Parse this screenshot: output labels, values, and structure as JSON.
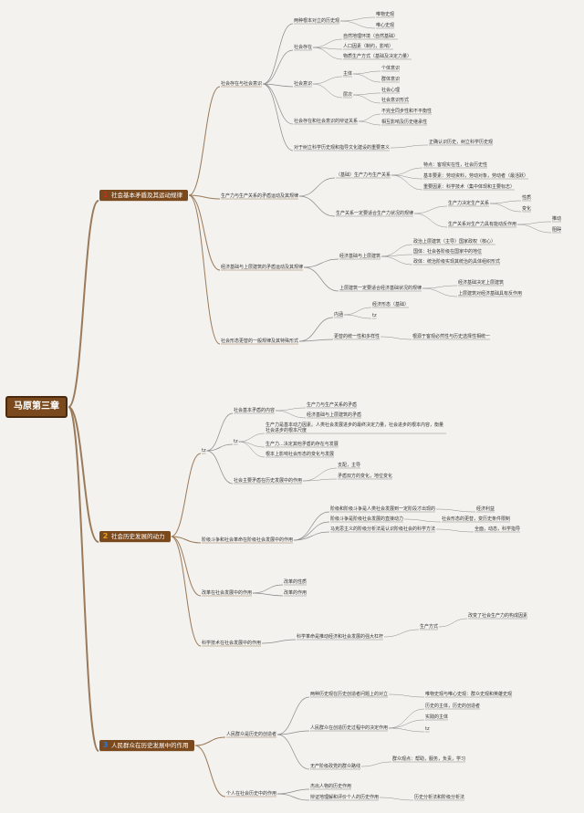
{
  "root": "马原第三章",
  "topic1": {
    "num": "1",
    "label": "社会基本矛盾及其运动规律"
  },
  "topic2": {
    "num": "2",
    "label": "社会历史发展的动力"
  },
  "topic3": {
    "num": "3",
    "label": "人民群众在历史发展中的作用"
  },
  "t1": {
    "a": "社会存在与社会意识",
    "a1": "两种根本对立的历史观",
    "a1a": "唯物史观",
    "a1b": "唯心史观",
    "a2": "社会存在",
    "a2a": "自然地理环境（自然基础）",
    "a2b": "人口因素（制约，影响）",
    "a2c": "物质生产方式（基础及决定力量）",
    "a3": "社会意识",
    "a3a": "主体",
    "a3a1": "个体意识",
    "a3a2": "群体意识",
    "a3b": "层次",
    "a3b1": "社会心理",
    "a3b2": "社会意识形式",
    "a4": "社会存在和社会意识的辩证关系",
    "a4a": "不完全同步性和不平衡性",
    "a4b": "相互影响及历史继承性",
    "a5": "对于树立科学历史观和指导文化建设的重要意义",
    "a5a": "正确认识历史，树立科学历史观",
    "b": "生产力与生产关系的矛盾运动及其规律",
    "b1": "（基础）生产力与生产关系",
    "b1a": "特点：客观实在性，社会历史性",
    "b1b": "基本要素：劳动资料，劳动对象，劳动者（最活跃）",
    "b1c": "重要因素：科学技术（集中体现和主要标志）",
    "b2": "生产关系一定要适合生产力状况的规律",
    "b2a": "生产力决定生产关系",
    "b2a1": "性质",
    "b2a2": "变化",
    "b2b": "生产关系对生产力具有能动反作用",
    "b2b1": "推动",
    "b2b2": "阻碍",
    "c": "经济基础与上层建筑的矛盾运动及其规律",
    "c1": "经济基础与上层建筑",
    "c1a": "政治上层建筑（主导）国家政权（核心）",
    "c1b": "国体：社会各阶级在国家中的地位",
    "c1c": "政体：统治阶级实现其统治的具体组织形式",
    "c2": "上层建筑一定要适合经济基础状况的规律",
    "c2a": "经济基础决定上层建筑",
    "c2b": "上层建筑对经济基础具有反作用",
    "d": "社会形态更替的一般规律及其特殊形式",
    "d1": "内涵",
    "d1a": "经济形态（基础）",
    "d1b": "tz",
    "d2": "更替的统一性和多样性",
    "d2a": "根源于客观必然性与历史选择性相统一"
  },
  "t2": {
    "a": "tz",
    "a1": "社会基本矛盾的内容",
    "a1a": "生产力与生产关系的矛盾",
    "a1b": "经济基础与上层建筑的矛盾",
    "a2": "tz",
    "a2a": "生产力是基本动力因素。人类社会发展进步的最终决定力量，社会进步的根本内容，衡量社会进步的根本尺度",
    "a2b": "生产力...决定其他矛盾的存在与发展",
    "a2c": "根本上影响社会形态的变化与发展",
    "a3": "社会主要矛盾在历史发展中的作用",
    "a3a": "支配，主导",
    "a3b": "矛盾双方的变化，地位变化",
    "b": "阶级斗争和社会革命在阶级社会发展中的作用",
    "b1": "阶级和阶级斗争是人类社会发展到一定阶段才出现的",
    "b1a": "经济利益",
    "b2": "阶级斗争是阶级社会发展的直接动力",
    "b2a": "社会形态的更替，变历史条件限制",
    "b3": "马克思主义的阶级分析法是认识阶级社会的科学方法",
    "b3a": "全面，动态，科学指导",
    "c": "改革在社会发展中的作用",
    "c1": "改革的性质",
    "c2": "改革的作用",
    "d": "科学技术在社会发展中的作用",
    "d1": "科学革命是推动经济和社会发展的强大杠杆",
    "d1a": "生产方式",
    "d1a1": "改变了社会生产力的构成因素"
  },
  "t3": {
    "a": "人民群众是历史的创造者",
    "a1": "两种历史观在历史创造者问题上的对立",
    "a1a": "唯物史观与唯心史观：群众史观和英雄史观",
    "a2": "人民群众在创造历史过程中的决定作用",
    "a2a": "历史的主体，历史的创造者",
    "a2b": "实践的主体",
    "a2c": "tz",
    "a3": "无产阶级政党的群众路线",
    "a3a": "群众观点：帮助，服务，负责，学习",
    "b": "个人在社会历史中的作用",
    "b1": "杰出人物的历史作用",
    "b2": "辩证地理解和评价个人的历史作用",
    "b2a": "历史分析法和阶级分析法"
  }
}
